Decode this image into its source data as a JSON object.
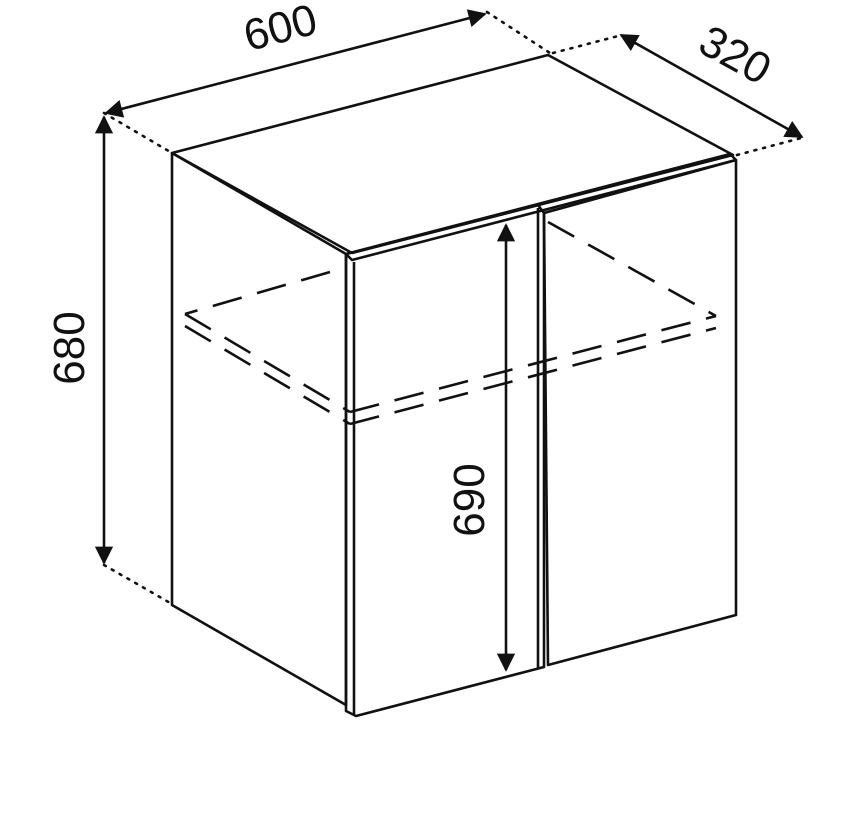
{
  "dimensions": {
    "width": "600",
    "depth": "320",
    "height": "680",
    "door_height": "690"
  },
  "colors": {
    "line": "#111111",
    "background": "#ffffff"
  }
}
